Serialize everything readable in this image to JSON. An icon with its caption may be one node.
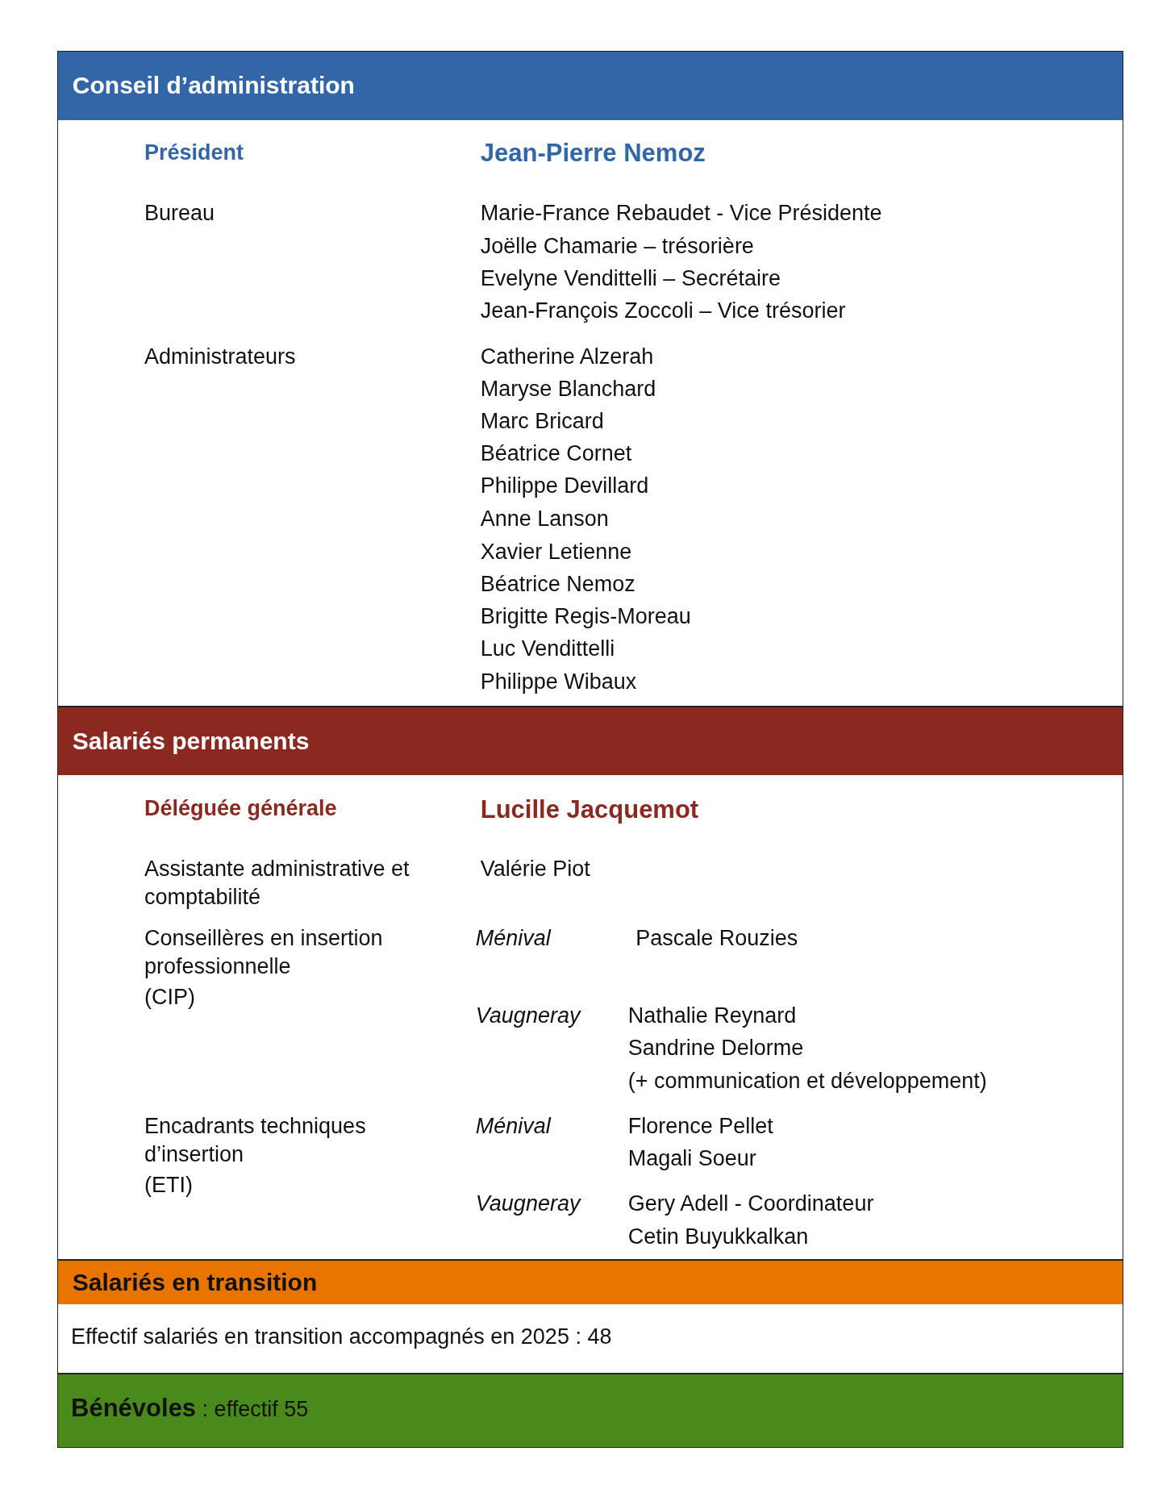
{
  "diagram": {
    "nodes": [
      {
        "text": [
          "Conseil d’administration",
          "Président",
          "Jean-Pierre Nemoz",
          "Bureau",
          "Marie-France Rebaudet  - Vice Présidente",
          "Joëlle Chamarie – trésorière",
          "Evelyne Vendittelli – Secrétaire",
          "Jean-François Zoccoli – Vice trésorier",
          "Administrateurs",
          "Catherine Alzerah",
          "Maryse Blanchard",
          "Marc Bricard",
          "Béatrice Cornet",
          "Philippe Devillard",
          "Anne Lanson",
          "Xavier Letienne",
          "Béatrice Nemoz",
          "Brigitte Regis-Moreau",
          "Luc Vendittelli",
          "Philippe Wibaux"
        ]
      },
      {
        "text": [
          "Salariés permanents",
          "Déléguée générale",
          "Lucille Jacquemot",
          "Assistante administrative et comptabilité",
          "Valérie Piot",
          "Conseillères en insertion professionnelle",
          "(CIP)",
          "Ménival",
          "Pascale Rouzies",
          "Vaugneray",
          "Nathalie Reynard",
          "Sandrine Delorme",
          "(+ communication et développement)",
          "Encadrants techniques d’insertion",
          "(ETI)",
          "Ménival",
          "Florence Pellet",
          "Magali Soeur",
          "Vaugneray",
          "Gery Adell  - Coordinateur",
          "Cetin Buyukkalkan"
        ]
      },
      {
        "text": [
          "Salariés en transition",
          "Effectif salariés en transition accompagnés en 2025 : 48"
        ]
      },
      {
        "text": [
          "**Bénévoles** : effectif 55"
        ]
      }
    ]
  }
}
